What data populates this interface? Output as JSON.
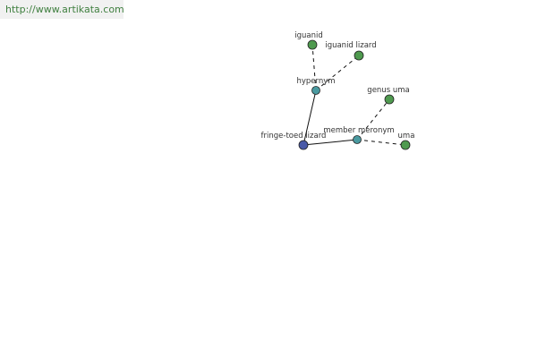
{
  "header": {
    "url": "http://www.artikata.com"
  },
  "diagram": {
    "nodes": [
      {
        "id": "fringe-toed-lizard",
        "label": "fringe-toed lizard",
        "kind": "root",
        "color": "#4a5aa8"
      },
      {
        "id": "hypernym",
        "label": "hypernym",
        "kind": "relation",
        "color": "#4a9aa0"
      },
      {
        "id": "member-meronym",
        "label": "member meronym",
        "kind": "relation",
        "color": "#4a9aa0"
      },
      {
        "id": "iguanid",
        "label": "iguanid",
        "kind": "term",
        "color": "#4f9a4f"
      },
      {
        "id": "iguanid-lizard",
        "label": "iguanid lizard",
        "kind": "term",
        "color": "#4f9a4f"
      },
      {
        "id": "genus-uma",
        "label": "genus uma",
        "kind": "term",
        "color": "#4f9a4f"
      },
      {
        "id": "uma",
        "label": "uma",
        "kind": "term",
        "color": "#4f9a4f"
      }
    ],
    "edges": [
      {
        "from": "fringe-toed-lizard",
        "to": "hypernym",
        "style": "solid"
      },
      {
        "from": "fringe-toed-lizard",
        "to": "member-meronym",
        "style": "solid"
      },
      {
        "from": "hypernym",
        "to": "iguanid",
        "style": "dashed"
      },
      {
        "from": "hypernym",
        "to": "iguanid-lizard",
        "style": "dashed"
      },
      {
        "from": "member-meronym",
        "to": "genus-uma",
        "style": "dashed"
      },
      {
        "from": "member-meronym",
        "to": "uma",
        "style": "dashed"
      }
    ]
  }
}
